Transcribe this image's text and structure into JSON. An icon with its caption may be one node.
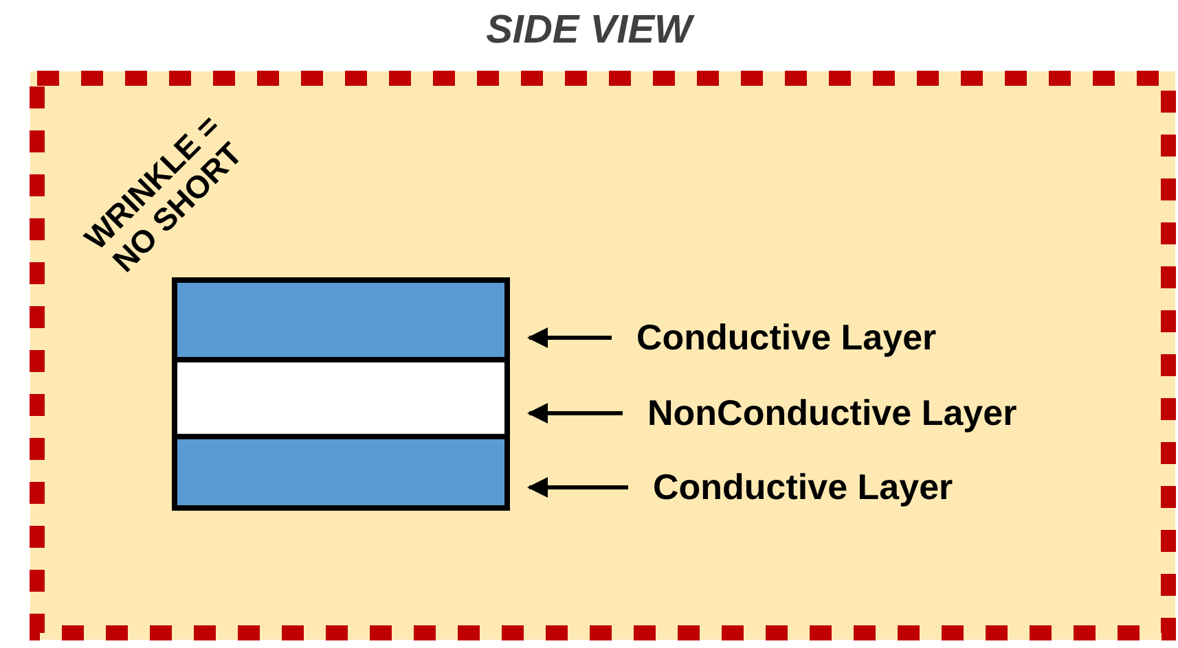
{
  "diagram": {
    "title": "SIDE VIEW",
    "nodes": [
      {
        "text": [
          "WRINKLE = NO SHORT"
        ]
      },
      {
        "text": [],
        "shape": "bar",
        "in": 0
      },
      {
        "text": [],
        "shape": "bar",
        "in": 0
      },
      {
        "text": [],
        "shape": "bar",
        "in": 0
      },
      {
        "text": [
          "Conductive Layer"
        ],
        "in": 0
      },
      {
        "text": [
          "NonConductive Layer"
        ],
        "in": 0
      },
      {
        "text": [
          "Conductive Layer"
        ],
        "in": 0
      }
    ],
    "edges": [
      {
        "from": 4,
        "to": 1,
        "arrow": "to"
      },
      {
        "from": 5,
        "to": 2,
        "arrow": "to"
      },
      {
        "from": 6,
        "to": 3,
        "arrow": "to"
      }
    ]
  }
}
